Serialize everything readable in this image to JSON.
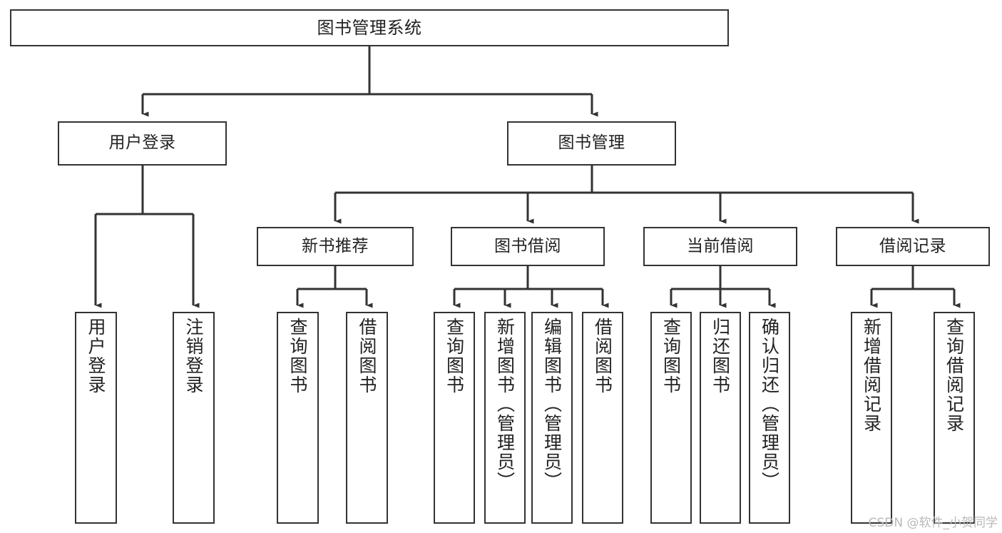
{
  "diagram": {
    "type": "tree-hierarchy",
    "title": "图书管理系统",
    "watermark": "CSDN @软件_小贺同学",
    "colors": {
      "box_border": "#333333",
      "box_fill": "#ffffff",
      "connector": "#333333",
      "text": "#222222",
      "watermark": "#b9b9b9",
      "background": "#ffffff"
    },
    "nodes": {
      "root": {
        "label": "图书管理系统"
      },
      "level2": [
        {
          "id": "user-login",
          "label": "用户登录"
        },
        {
          "id": "book-management",
          "label": "图书管理"
        }
      ],
      "level3": [
        {
          "id": "new-book-recommend",
          "label": "新书推荐"
        },
        {
          "id": "book-borrow",
          "label": "图书借阅"
        },
        {
          "id": "current-borrow",
          "label": "当前借阅"
        },
        {
          "id": "borrow-record",
          "label": "借阅记录"
        }
      ],
      "leaves": {
        "user_login": [
          {
            "id": "leaf-user-login",
            "label": "用户登录"
          },
          {
            "id": "leaf-logout-login",
            "label": "注销登录"
          }
        ],
        "new_book_recommend": [
          {
            "id": "leaf-query-book-1",
            "label": "查询图书"
          },
          {
            "id": "leaf-borrow-book-1",
            "label": "借阅图书"
          }
        ],
        "book_borrow": [
          {
            "id": "leaf-query-book-2",
            "label": "查询图书"
          },
          {
            "id": "leaf-add-book",
            "label": "新增图书（管理员）"
          },
          {
            "id": "leaf-edit-book",
            "label": "编辑图书（管理员）"
          },
          {
            "id": "leaf-borrow-book-2",
            "label": "借阅图书"
          }
        ],
        "current_borrow": [
          {
            "id": "leaf-query-book-3",
            "label": "查询图书"
          },
          {
            "id": "leaf-return-book",
            "label": "归还图书"
          },
          {
            "id": "leaf-confirm-return",
            "label": "确认归还（管理员）"
          }
        ],
        "borrow_record": [
          {
            "id": "leaf-add-record",
            "label": "新增借阅记录"
          },
          {
            "id": "leaf-query-record",
            "label": "查询借阅记录"
          }
        ]
      }
    }
  }
}
